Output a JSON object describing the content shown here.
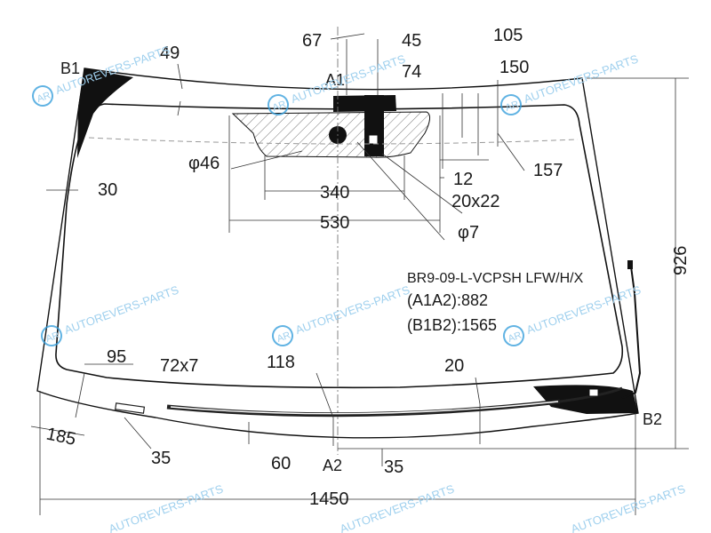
{
  "part_code": "BR9-09-L-VCPSH LFW/H/X",
  "length_a1a2": "(A1A2):882",
  "length_b1b2": "(B1B2):1565",
  "points": {
    "a1": "A1",
    "a2": "A2",
    "b1": "B1",
    "b2": "B2"
  },
  "dims": {
    "d67": "67",
    "d45": "45",
    "d105": "105",
    "d49": "49",
    "d74": "74",
    "d150": "150",
    "d46": "φ46",
    "d157": "157",
    "d12": "12",
    "d30": "30",
    "d340": "340",
    "d20x22": "20x22",
    "d530": "530",
    "d7": "φ7",
    "d926": "926",
    "d95": "95",
    "d72x7": "72x7",
    "d118": "118",
    "d20": "20",
    "d185": "185",
    "d35a": "35",
    "d60": "60",
    "d35b": "35",
    "d1450": "1450"
  },
  "watermark": {
    "logo": "AR",
    "text": "AUTOREVERS-PARTS"
  },
  "colors": {
    "black_print": "#111111",
    "watermark": "#3aa0dc"
  }
}
